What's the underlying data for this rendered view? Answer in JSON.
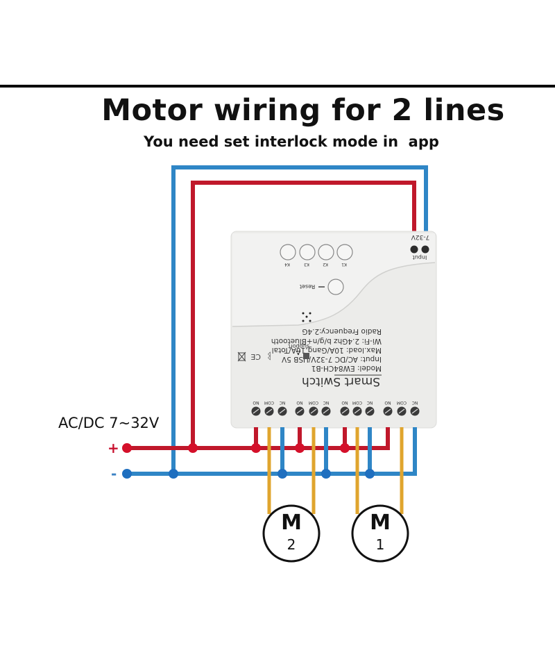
{
  "header": {
    "title": "Motor wiring for 2 lines",
    "subtitle": "You need set interlock mode in  app"
  },
  "supply": {
    "label": "AC/DC 7~32V",
    "positive_symbol": "+",
    "negative_symbol": "-"
  },
  "colors": {
    "positive_wire": "#c0182b",
    "negative_wire": "#2f86c6",
    "motor_wire": "#e0a52e",
    "device_body": "#ececea",
    "title_text": "#111111"
  },
  "device": {
    "name": "Smart Switch",
    "input_label": "7-32V",
    "input_caption": "Input",
    "buttons": [
      "K1",
      "K2",
      "K3",
      "K4"
    ],
    "reset_label": "Reset",
    "specs": [
      "Model:  EW84CH-B1",
      "Input:  AC/DC 7-32V/USB 5V",
      "Max.load:  10A/Gang,16A/Total",
      "Wi-Fi:  2.4Ghz b/g/n+Bluetooth",
      "Radio Frequency:2.4G"
    ],
    "support_label": "support",
    "cert_marks": [
      "bluetooth-mark",
      "CE",
      "weee-bin"
    ],
    "terminal_groups": [
      {
        "relay": "K4",
        "terminals": [
          "NO",
          "COM",
          "NC"
        ]
      },
      {
        "relay": "K3",
        "terminals": [
          "NO",
          "COM",
          "NC"
        ]
      },
      {
        "relay": "K2",
        "terminals": [
          "NO",
          "COM",
          "NC"
        ]
      },
      {
        "relay": "K1",
        "terminals": [
          "NO",
          "COM",
          "NC"
        ]
      }
    ]
  },
  "motors": [
    {
      "letter": "M",
      "number": "2"
    },
    {
      "letter": "M",
      "number": "1"
    }
  ]
}
